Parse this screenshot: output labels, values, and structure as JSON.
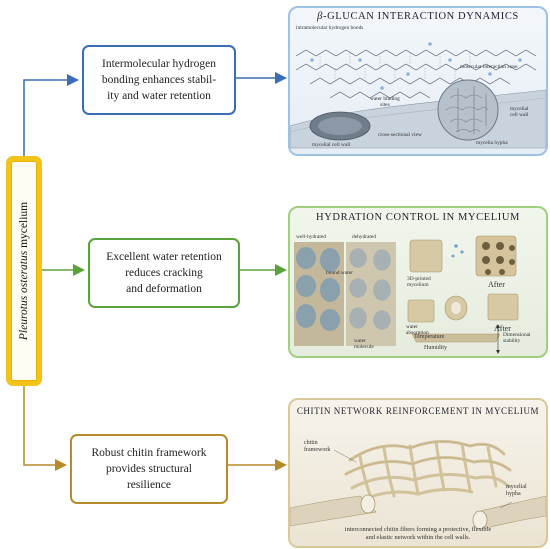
{
  "main": {
    "label_italic": "Pleurotus osteratus",
    "label_rest": " mycelium"
  },
  "boxes": [
    {
      "id": "box-hydrogen",
      "lines": [
        "Intermolecular hydrogen",
        "bonding enhances stabil-",
        "ity and water retention"
      ],
      "color": "#3a6db3"
    },
    {
      "id": "box-water",
      "lines": [
        "Excellent water retention",
        "reduces cracking",
        "and deformation"
      ],
      "color": "#5aa33b"
    },
    {
      "id": "box-chitin",
      "lines": [
        "Robust chitin framework",
        "provides structural",
        "resilience"
      ],
      "color": "#b58a2c"
    }
  ],
  "panel1": {
    "title_greek": "β",
    "title_rest": "-GLUCAN INTERACTION DYNAMICS",
    "labels": {
      "intramolecular": "intramolecular hydrogen bonds",
      "interaction_zone": "molecular interaction zone",
      "water_binding": "water binding",
      "sites": "sites",
      "mycelial_cell_wall_right_1": "mycelial",
      "mycelial_cell_wall_right_2": "cell wall",
      "mycelial_cell_wall_left": "mycelial cell wall",
      "cross_section": "cross-sectional view",
      "hypha": "mycelia hypha"
    }
  },
  "panel2": {
    "title": "HYDRATION CONTROL IN MYCELIUM",
    "labels": {
      "well_hydrated": "well-hydrated",
      "dehydrated": "dehydrated",
      "bound_water": "bound water",
      "printed_1": "3D-printed",
      "printed_2": "mycelium",
      "after_1": "After",
      "after_2": "After",
      "water_absorption_1": "water",
      "water_absorption_2": "absorption",
      "temperature": "Temperature",
      "humidity": "Humidity",
      "dimensional_1": "Dimensional",
      "dimensional_2": "stability",
      "water_molecule_1": "water",
      "water_molecule_2": "molecule"
    }
  },
  "panel3": {
    "title": "CHITIN NETWORK REINFORCEMENT IN MYCELIUM",
    "labels": {
      "chitin_1": "chitin",
      "chitin_2": "framework",
      "hypha_1": "mycelial",
      "hypha_2": "hypha",
      "caption_1": "interconnected chitin fibers forming a protective, flexible",
      "caption_2": "and elastic network within the cell walls."
    }
  },
  "colors": {
    "main_border": "#f2c318",
    "blue": "#3a6db3",
    "green": "#5aa33b",
    "gold": "#b58a2c",
    "panel1_border": "#9ec2e2",
    "panel2_border": "#9fcf7f",
    "panel3_border": "#d9c89a"
  }
}
